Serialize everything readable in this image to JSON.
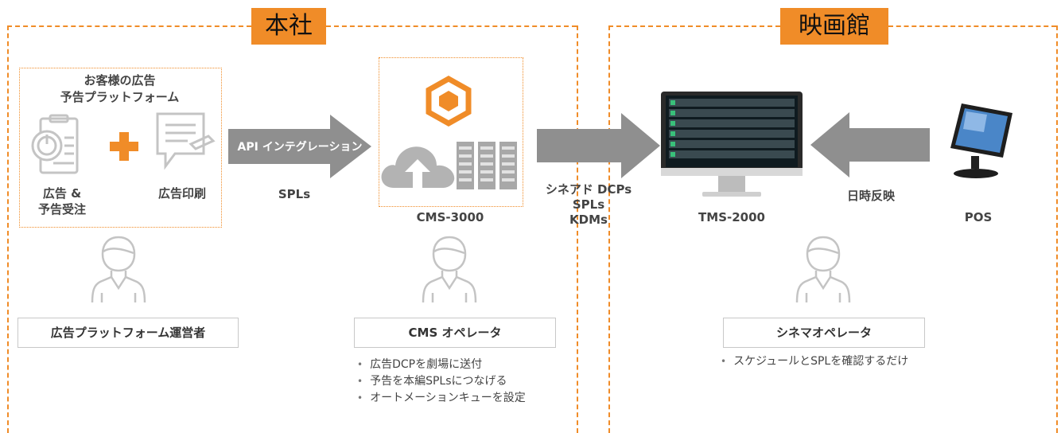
{
  "sections": {
    "hq": "本社",
    "theater": "映画館"
  },
  "platform_box": {
    "title_line1": "お客様の広告",
    "title_line2": "予告プラットフォーム",
    "order_line1": "広告 &",
    "order_line2": "予告受注",
    "print_label": "広告印刷"
  },
  "arrows": {
    "api": "API インテグレーション",
    "api_sub": "SPLs",
    "center_line1": "シネアド DCPs",
    "center_line2": "SPLs",
    "center_line3": "KDMs",
    "pos_label": "日時反映"
  },
  "nodes": {
    "cms": "CMS-3000",
    "tms": "TMS-2000",
    "pos": "POS"
  },
  "roles": {
    "platform_operator": "広告プラットフォーム運営者",
    "cms_operator": "CMS オペレータ",
    "cinema_operator": "シネマオペレータ"
  },
  "cms_bullets": [
    "広告DCPを劇場に送付",
    "予告を本編SPLsにつなげる",
    "オートメーションキューを設定"
  ],
  "cinema_bullets": [
    "スケジュールとSPLを確認するだけ"
  ],
  "colors": {
    "accent": "#f08c28",
    "arrow": "#8f8f8f",
    "icon_gray": "#c4c4c4"
  },
  "icons": [
    "power-document-icon",
    "plus-icon",
    "printed-ad-icon",
    "hexagon-logo-icon",
    "cloud-upload-icon",
    "server-rack-icon",
    "monitor-icon",
    "pos-terminal-icon",
    "person-icon"
  ]
}
